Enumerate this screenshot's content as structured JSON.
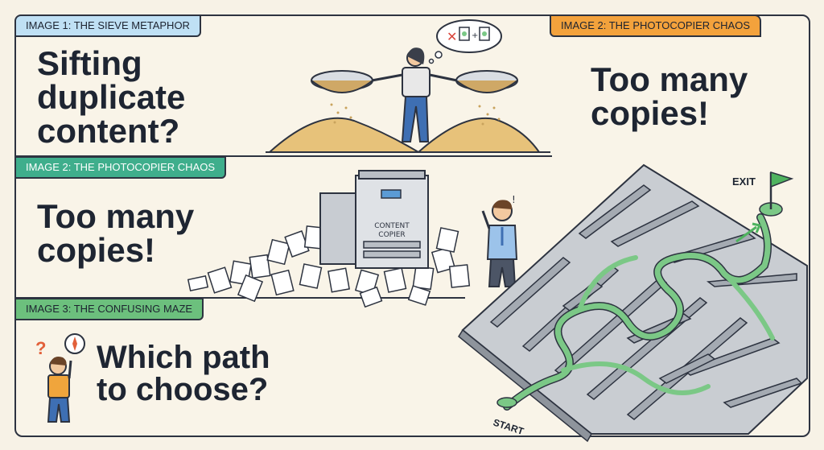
{
  "panels": [
    {
      "tag": "IMAGE 1: THE SIEVE METAPHOR",
      "tag_color": "#bfe0f4",
      "headline": [
        "Sifting",
        "duplicate",
        "content?"
      ]
    },
    {
      "tag": "IMAGE 2: THE PHOTOCOPIER CHAOS",
      "tag_color": "#f3a23c",
      "headline": [
        "Too many",
        "copies!"
      ]
    },
    {
      "tag": "IMAGE 2: THE PHOTOCOPIER CHAOS",
      "tag_color": "#3fae8c",
      "headline": [
        "Too many",
        "copies!"
      ]
    },
    {
      "tag": "IMAGE 3: THE CONFUSING MAZE",
      "tag_color": "#6cc07d",
      "headline": [
        "Which path",
        "to choose?"
      ]
    }
  ],
  "copier_label": [
    "CONTENT",
    "COPIER"
  ],
  "maze": {
    "exit_label": "EXIT",
    "start_label": "START"
  },
  "colors": {
    "path": "#7bc886",
    "maze_wall": "#9aa0a8",
    "sand": "#e7c27a",
    "ink": "#2d3340"
  },
  "icons": [
    "sieve-icon",
    "thought-bubble-icon",
    "photocopier-icon",
    "paper-pile-icon",
    "maze-icon",
    "flag-icon",
    "compass-icon",
    "question-mark-icon"
  ]
}
